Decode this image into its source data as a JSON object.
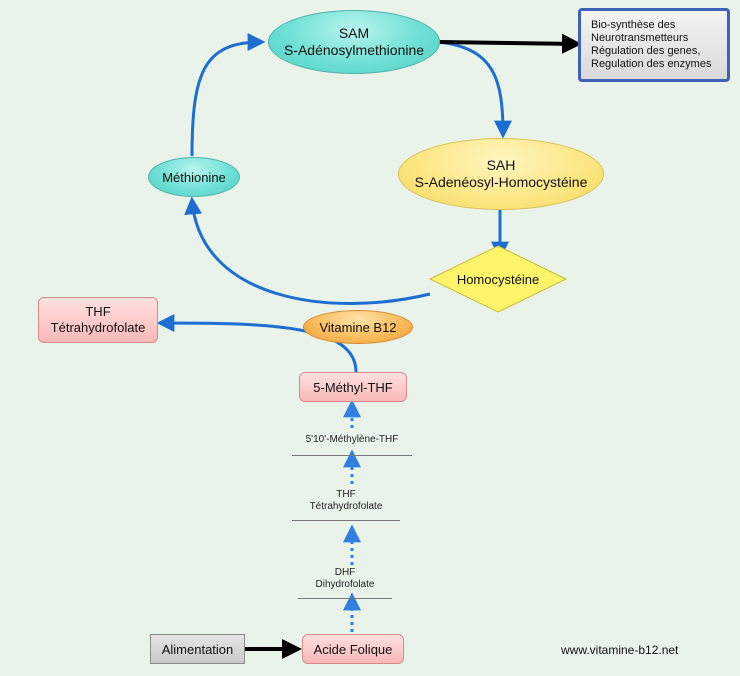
{
  "nodes": {
    "sam": {
      "line1": "SAM",
      "line2": "S-Adénosylmethionine"
    },
    "sah": {
      "line1": "SAH",
      "line2": "S-Adenéosyl-Homocystéine"
    },
    "methionine": {
      "label": "Méthionine"
    },
    "homocysteine": {
      "label": "Homocystéine"
    },
    "vitamine_b12": {
      "label": "Vitamine B12"
    },
    "thf": {
      "line1": "THF",
      "line2": "Tétrahydrofolate"
    },
    "methyl_thf": {
      "label": "5-Méthyl-THF"
    },
    "acide_folique": {
      "label": "Acide Folique"
    },
    "alimentation": {
      "label": "Alimentation"
    },
    "biosynthese": {
      "line1": "Bio-synthèse des",
      "line2": "Neurotransmetteurs",
      "line3": "Régulation des genes,",
      "line4": "Regulation des enzymes"
    }
  },
  "intermediates": {
    "methylene_thf": {
      "label": "5'10'-Méthylène-THF"
    },
    "thf_small": {
      "line1": "THF",
      "line2": "Tétrahydrofolate"
    },
    "dhf": {
      "line1": "DHF",
      "line2": "Dihydrofolate"
    }
  },
  "footer": {
    "url": "www.vitamine-b12.net"
  },
  "colors": {
    "blue_arrow": "#1c6fd1",
    "dotted_arrow": "#2f80e0",
    "black_arrow": "#000000",
    "box_border_blue": "#3d62b8"
  }
}
